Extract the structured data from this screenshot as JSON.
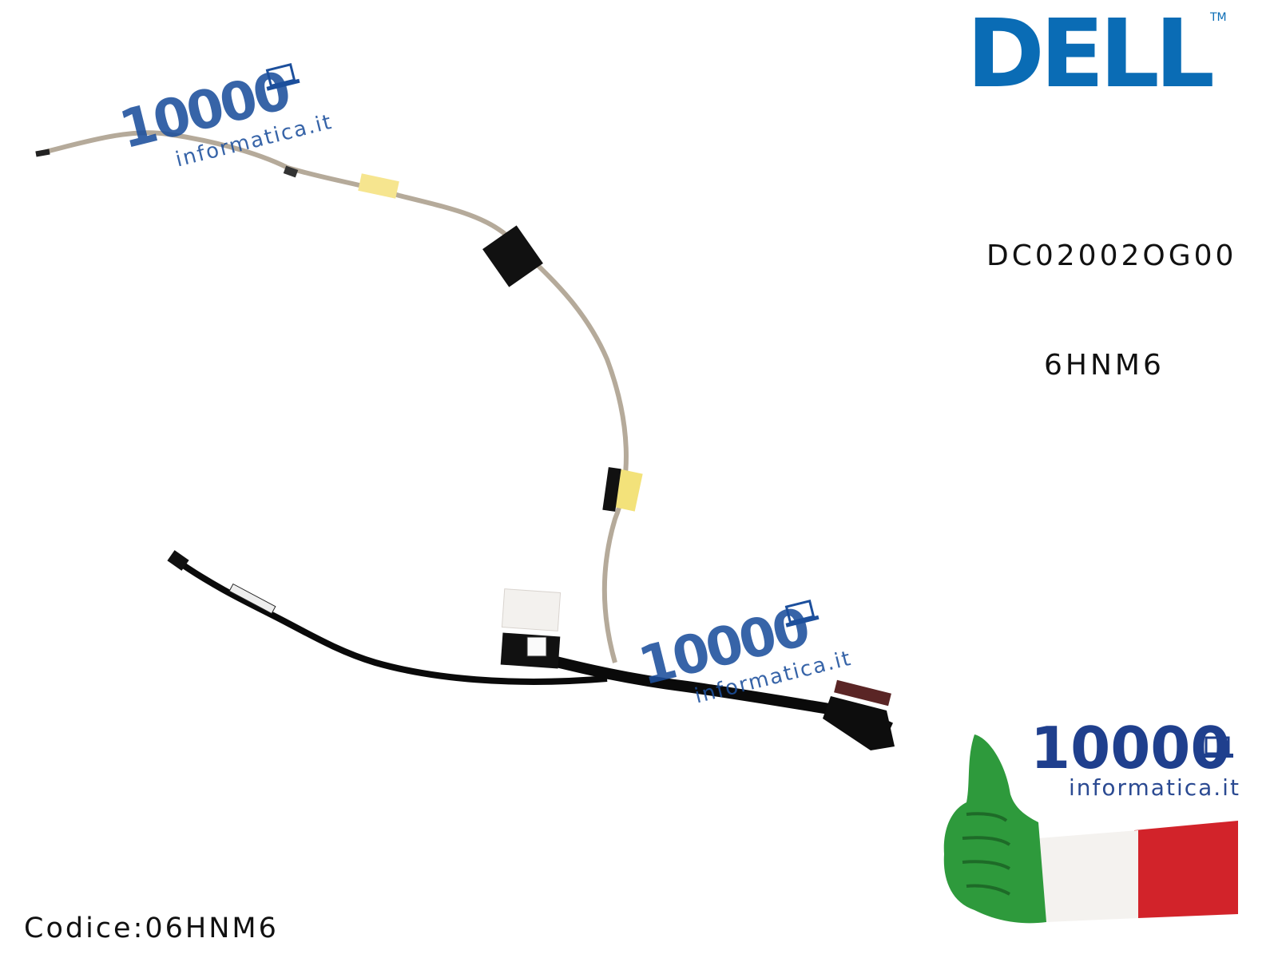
{
  "brand": {
    "logo_text": "DELL",
    "trademark": "TM",
    "color": "#0a6cb5"
  },
  "part_numbers": {
    "primary": "DC02002OG00",
    "secondary": "6HNM6"
  },
  "product": {
    "code_label": "Codice:06HNM6"
  },
  "watermark": {
    "digits": "10000",
    "site": "informatica.it",
    "color": "#1c4f9c"
  },
  "badge": {
    "digits": "10000",
    "site": "informatica.it",
    "flag_colors": [
      "#2e9a3c",
      "#ffffff",
      "#d2232a"
    ]
  },
  "icons": {
    "laptop": "laptop-icon",
    "thumb": "thumbs-up-icon"
  }
}
